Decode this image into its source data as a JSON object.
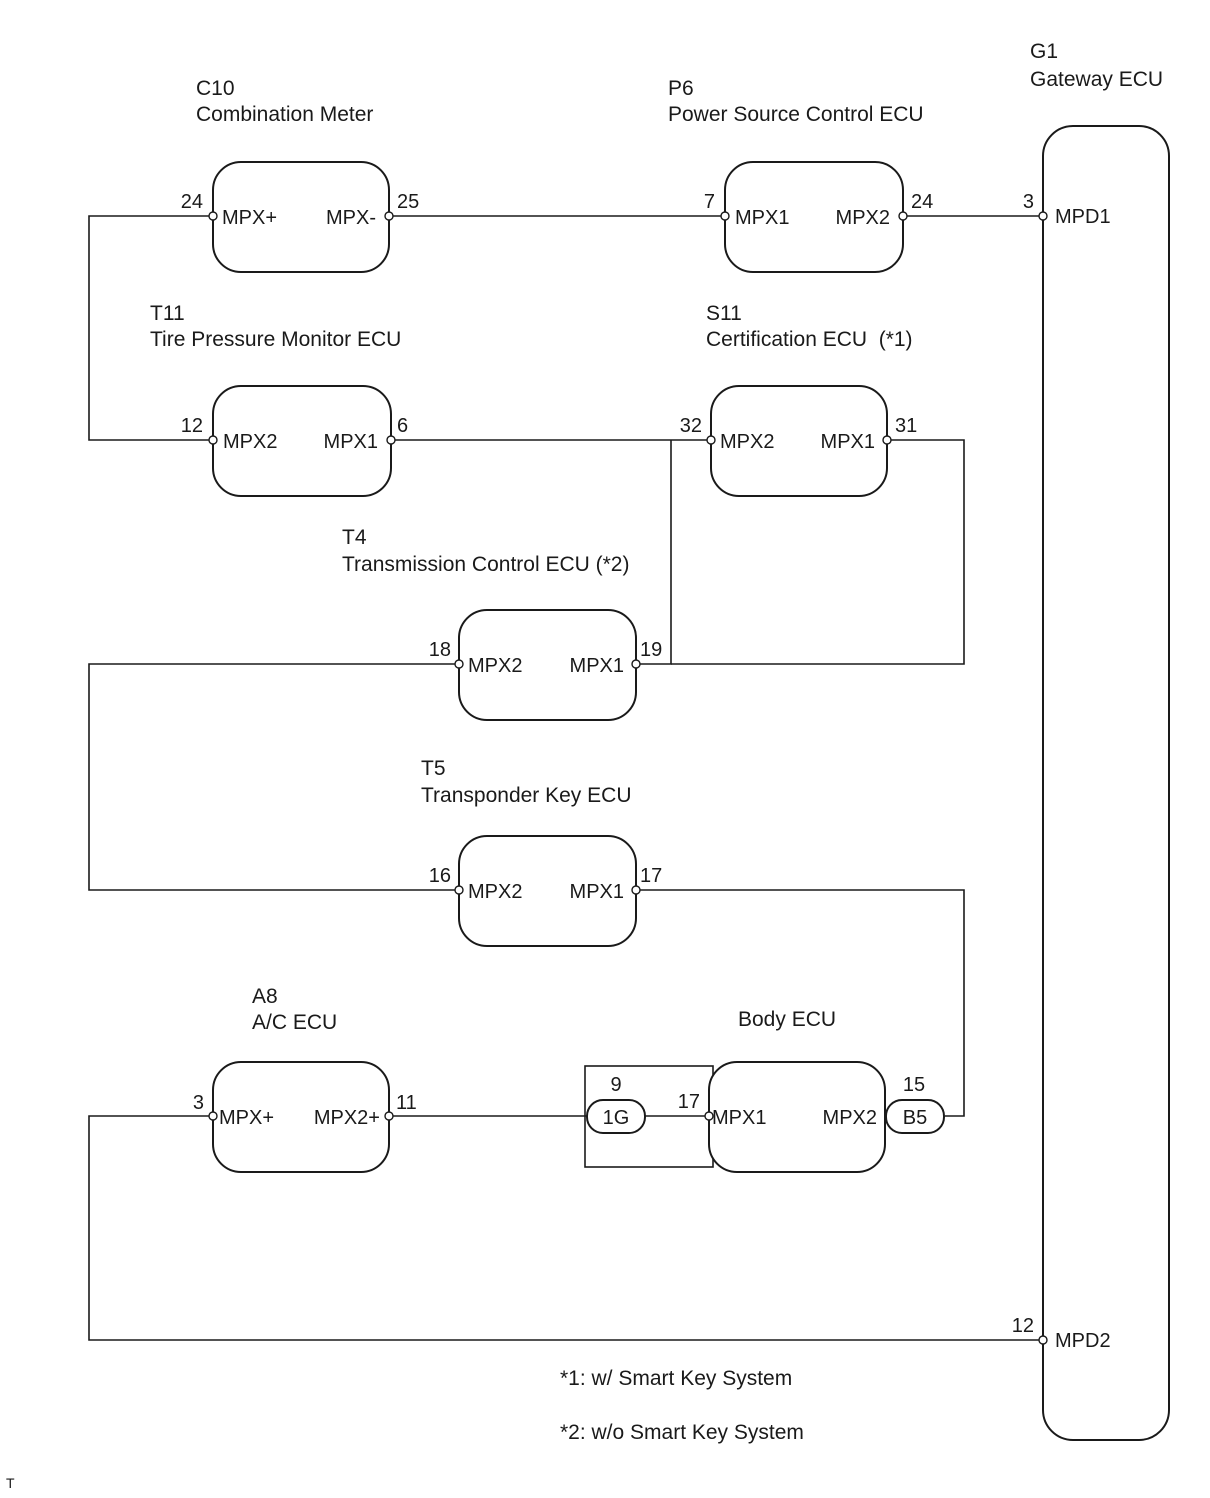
{
  "ecus": {
    "c10": {
      "code": "C10",
      "name": "Combination Meter",
      "left_pin": "MPX+",
      "right_pin": "MPX-",
      "left_num": "24",
      "right_num": "25"
    },
    "p6": {
      "code": "P6",
      "name": "Power Source Control ECU",
      "left_pin": "MPX1",
      "right_pin": "MPX2",
      "left_num": "7",
      "right_num": "24"
    },
    "t11": {
      "code": "T11",
      "name": "Tire Pressure Monitor ECU",
      "left_pin": "MPX2",
      "right_pin": "MPX1",
      "left_num": "12",
      "right_num": "6"
    },
    "s11": {
      "code": "S11",
      "name": "Certification ECU  (*1)",
      "left_pin": "MPX2",
      "right_pin": "MPX1",
      "left_num": "32",
      "right_num": "31"
    },
    "t4": {
      "code": "T4",
      "name": "Transmission Control ECU (*2)",
      "left_pin": "MPX2",
      "right_pin": "MPX1",
      "left_num": "18",
      "right_num": "19"
    },
    "t5": {
      "code": "T5",
      "name": "Transponder Key ECU",
      "left_pin": "MPX2",
      "right_pin": "MPX1",
      "left_num": "16",
      "right_num": "17"
    },
    "a8": {
      "code": "A8",
      "name": "A/C ECU",
      "left_pin": "MPX+",
      "right_pin": "MPX2+",
      "left_num": "3",
      "right_num": "11"
    },
    "body": {
      "name": "Body ECU",
      "left_pin": "MPX1",
      "right_pin": "MPX2",
      "left_num": "17",
      "right_num": "15",
      "junction_num": "9",
      "left_connector": "1G",
      "right_connector": "B5"
    },
    "g1": {
      "code": "G1",
      "name": "Gateway ECU",
      "top_pin": "MPD1",
      "bottom_pin": "MPD2",
      "top_num": "3",
      "bottom_num": "12"
    }
  },
  "notes": {
    "note1": "*1: w/ Smart Key System",
    "note2": "*2: w/o Smart Key System"
  },
  "corner_mark": "T"
}
